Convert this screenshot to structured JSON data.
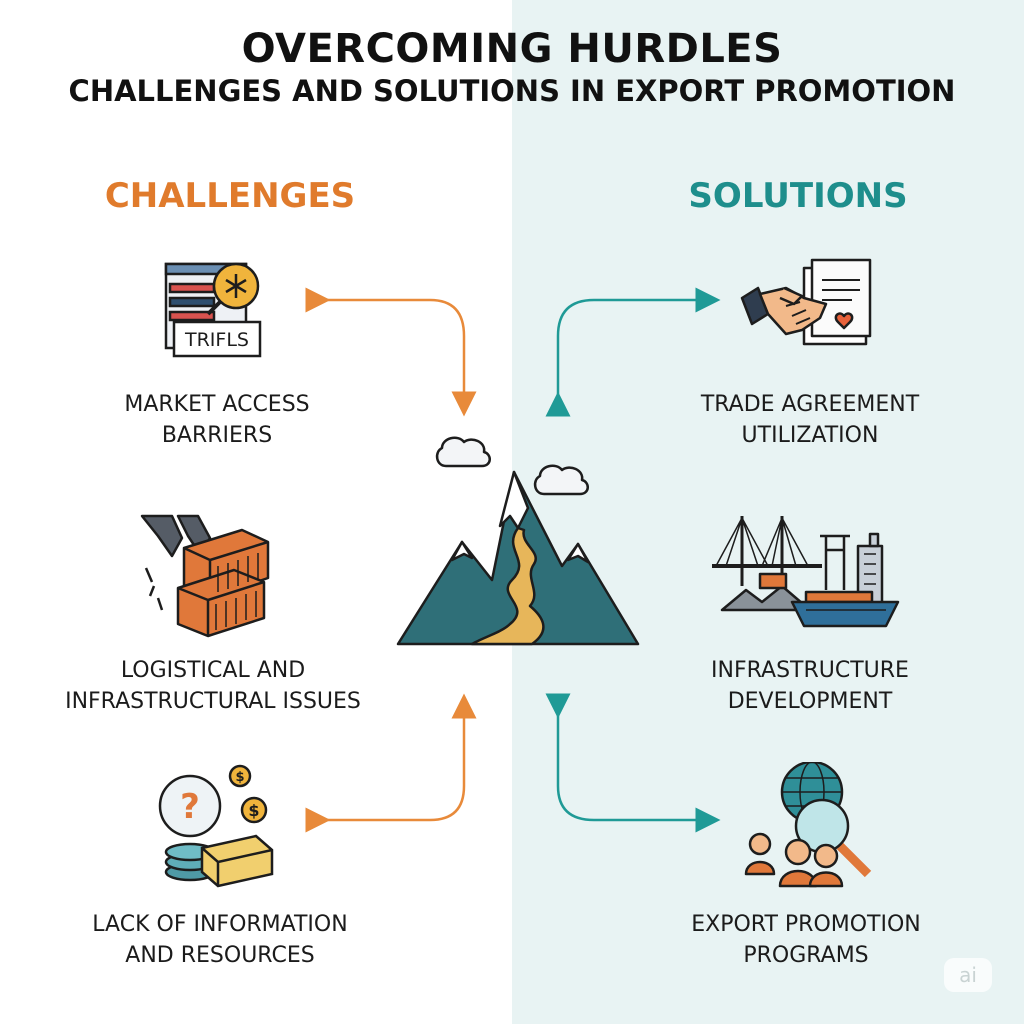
{
  "header": {
    "title": "OVERCOMING HURDLES",
    "subtitle": "CHALLENGES AND SOLUTIONS IN EXPORT PROMOTION"
  },
  "columns": {
    "challenges": {
      "heading": "CHALLENGES",
      "color": "#e07b2c",
      "items": [
        {
          "label": "MARKET ACCESS\nBARRIERS",
          "icon": "tariff-sign-icon",
          "icon_text": "TRIFLS"
        },
        {
          "label": "LOGISTICAL AND\nINFRASTRUCTURAL ISSUES",
          "icon": "broken-shipping-containers-icon"
        },
        {
          "label": "LACK OF INFORMATION\nAND RESOURCES",
          "icon": "question-coins-money-icon"
        }
      ]
    },
    "solutions": {
      "heading": "SOLUTIONS",
      "color": "#1e8e8c",
      "items": [
        {
          "label": "TRADE AGREEMENT\nUTILIZATION",
          "icon": "handshake-document-icon"
        },
        {
          "label": "INFRASTRUCTURE\nDEVELOPMENT",
          "icon": "bridge-port-ship-icon"
        },
        {
          "label": "EXPORT PROMOTION\nPROGRAMS",
          "icon": "globe-magnifier-people-icon"
        }
      ]
    }
  },
  "center": {
    "icon": "mountain-path-icon"
  },
  "colors": {
    "challenge_arrow": "#e88a3a",
    "solution_arrow": "#1f9a96",
    "right_panel": "#e8f3f3"
  },
  "watermark": "ai"
}
